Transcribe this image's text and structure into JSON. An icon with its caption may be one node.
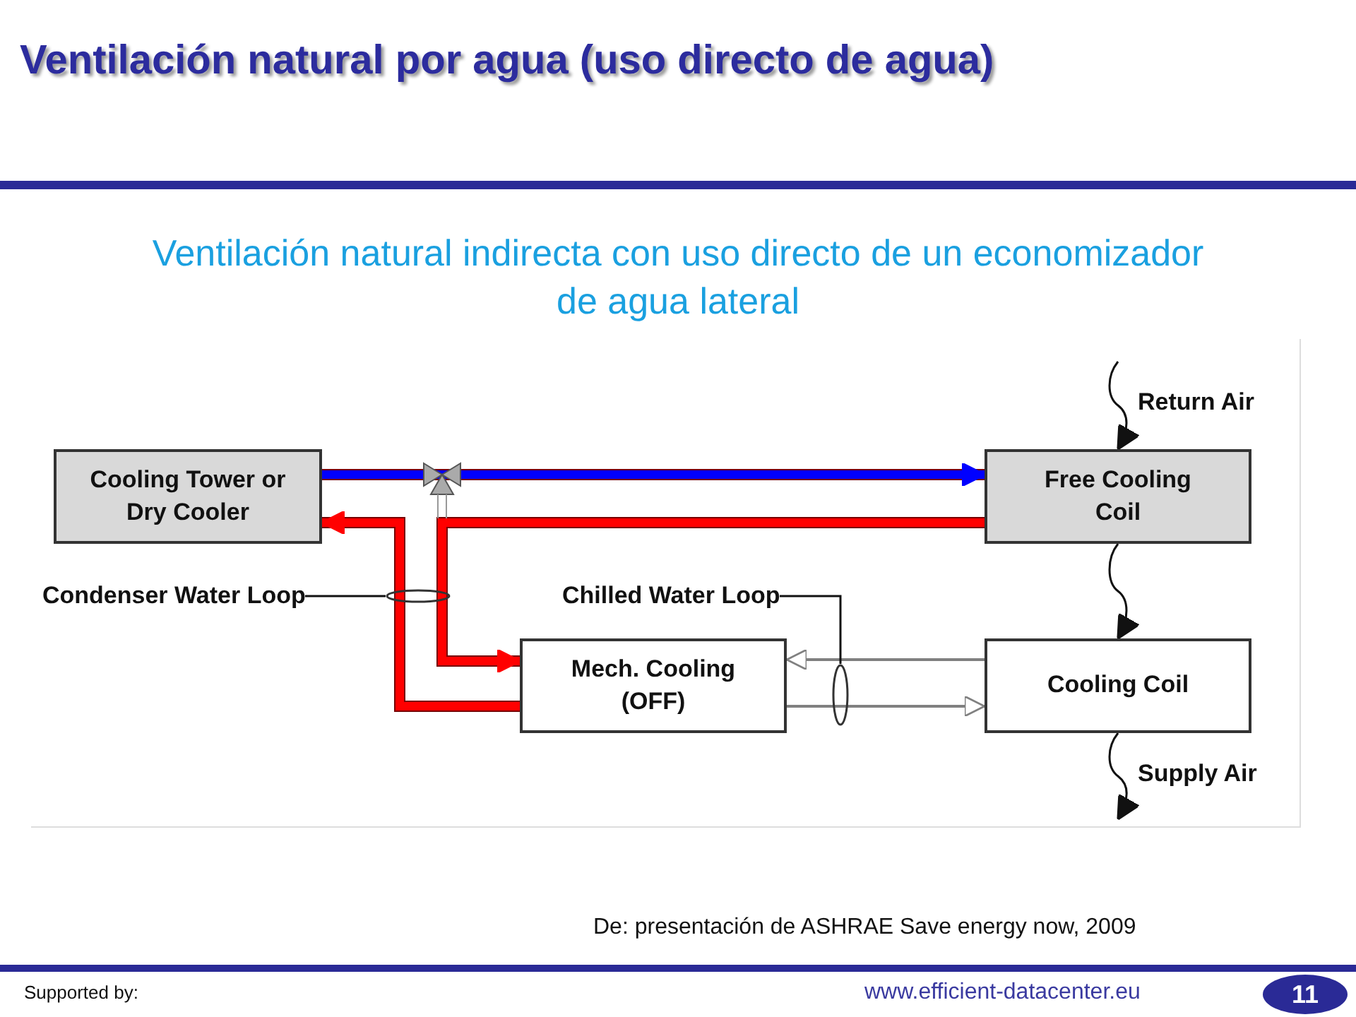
{
  "diagram": {
    "title": "Ventilación natural por agua (uso directo de agua)",
    "caption": "De: presentación de ASHRAE Save energy now, 2009",
    "nodes": [
      {
        "text": [
          "Cooling Tower or Dry Cooler"
        ]
      },
      {
        "text": [
          "Free Cooling Coil"
        ]
      },
      {
        "text": [
          "Mech. Cooling (OFF)"
        ]
      },
      {
        "text": [
          "Cooling Coil"
        ]
      },
      {
        "text": [
          "Condenser Water Loop"
        ]
      },
      {
        "text": [
          "Chilled Water Loop"
        ]
      },
      {
        "text": [],
        "shape": "ellipse"
      },
      {
        "text": [],
        "shape": "ellipse"
      }
    ],
    "edges": [
      {
        "from": 0,
        "to": 1,
        "arrow": "to",
        "style": "thick",
        "color": "#0000ff"
      },
      {
        "from": 1,
        "to": 2,
        "arrow": "to",
        "style": "thick",
        "color": "#ff0000"
      },
      {
        "from": 2,
        "to": 0,
        "arrow": "to",
        "style": "thick",
        "color": "#ff0000"
      },
      {
        "from": 3,
        "to": 2,
        "arrow": "to",
        "color": "#808080"
      },
      {
        "from": 2,
        "to": 3,
        "arrow": "to",
        "color": "#808080"
      },
      {
        "from": null,
        "to": 1,
        "arrow": "to",
        "label": "Return Air"
      },
      {
        "from": 1,
        "to": 3,
        "arrow": "to"
      },
      {
        "from": 3,
        "to": null,
        "arrow": "to",
        "label": "Supply Air"
      },
      {
        "from": 4,
        "to": 6,
        "arrow": "none"
      },
      {
        "from": 5,
        "to": 7,
        "arrow": "none"
      }
    ],
    "labels": [
      "Ventilación natural indirecta con uso directo de un economizador de agua lateral",
      "Supported by:",
      "www.efficient-datacenter.eu",
      "11"
    ]
  }
}
